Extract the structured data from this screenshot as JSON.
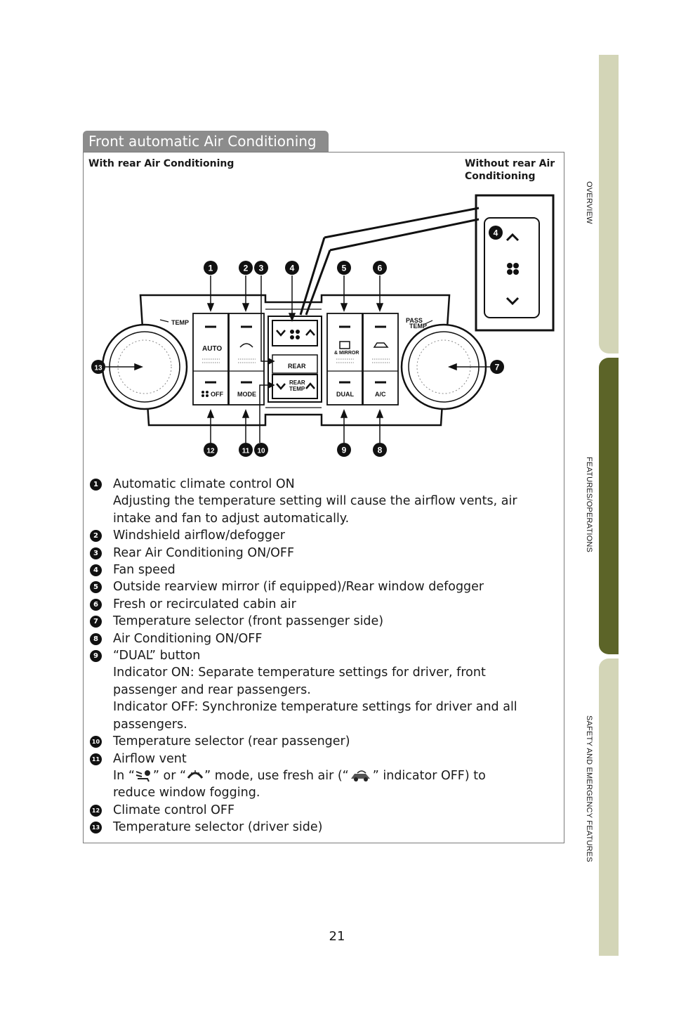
{
  "side_tabs": [
    "OVERVIEW",
    "FEATURES/OPERATIONS",
    "SAFETY AND EMERGENCY FEATURES"
  ],
  "heading": "Front automatic Air Conditioning",
  "subheadings": {
    "left": "With rear Air Conditioning",
    "right": "Without rear Air Conditioning"
  },
  "panel_labels": {
    "temp": "TEMP",
    "pass": "PASS",
    "pass_temp": "TEMP",
    "auto": "AUTO",
    "off": "OFF",
    "mode": "MODE",
    "rear": "REAR",
    "rear_temp_1": "REAR",
    "rear_temp_2": "TEMP",
    "mirror": "& MIRROR",
    "dual": "DUAL",
    "ac": "A/C"
  },
  "callouts": [
    "1",
    "2",
    "3",
    "4",
    "5",
    "6",
    "7",
    "8",
    "9",
    "10",
    "11",
    "12",
    "13"
  ],
  "items": [
    {
      "num": "1",
      "lines": [
        "Automatic climate control ON",
        "Adjusting the temperature setting will cause the airflow vents, air",
        "intake and fan to adjust automatically."
      ]
    },
    {
      "num": "2",
      "lines": [
        "Windshield airflow/defogger"
      ]
    },
    {
      "num": "3",
      "lines": [
        "Rear Air Conditioning ON/OFF"
      ]
    },
    {
      "num": "4",
      "lines": [
        "Fan speed"
      ]
    },
    {
      "num": "5",
      "lines": [
        "Outside rearview mirror (if equipped)/Rear window defogger"
      ]
    },
    {
      "num": "6",
      "lines": [
        "Fresh or recirculated cabin air"
      ]
    },
    {
      "num": "7",
      "lines": [
        "Temperature selector (front passenger side)"
      ]
    },
    {
      "num": "8",
      "lines": [
        "Air Conditioning ON/OFF"
      ]
    },
    {
      "num": "9",
      "lines": [
        "“DUAL” button",
        "Indicator ON: Separate temperature settings for driver, front",
        "passenger and rear passengers.",
        "Indicator OFF: Synchronize temperature settings for driver and all",
        "passengers."
      ]
    },
    {
      "num": "10",
      "lines": [
        "Temperature selector (rear passenger)"
      ]
    },
    {
      "num": "11",
      "lines": [
        "Airflow vent"
      ]
    },
    {
      "num": "12",
      "lines": [
        "Climate control OFF"
      ]
    },
    {
      "num": "13",
      "lines": [
        "Temperature selector (driver side)"
      ]
    }
  ],
  "airflow_note": {
    "a": "In “",
    "b": "” or “",
    "c": "” mode, use fresh air (“",
    "d": "” indicator OFF) to",
    "e": "reduce window fogging."
  },
  "page_number": "21"
}
